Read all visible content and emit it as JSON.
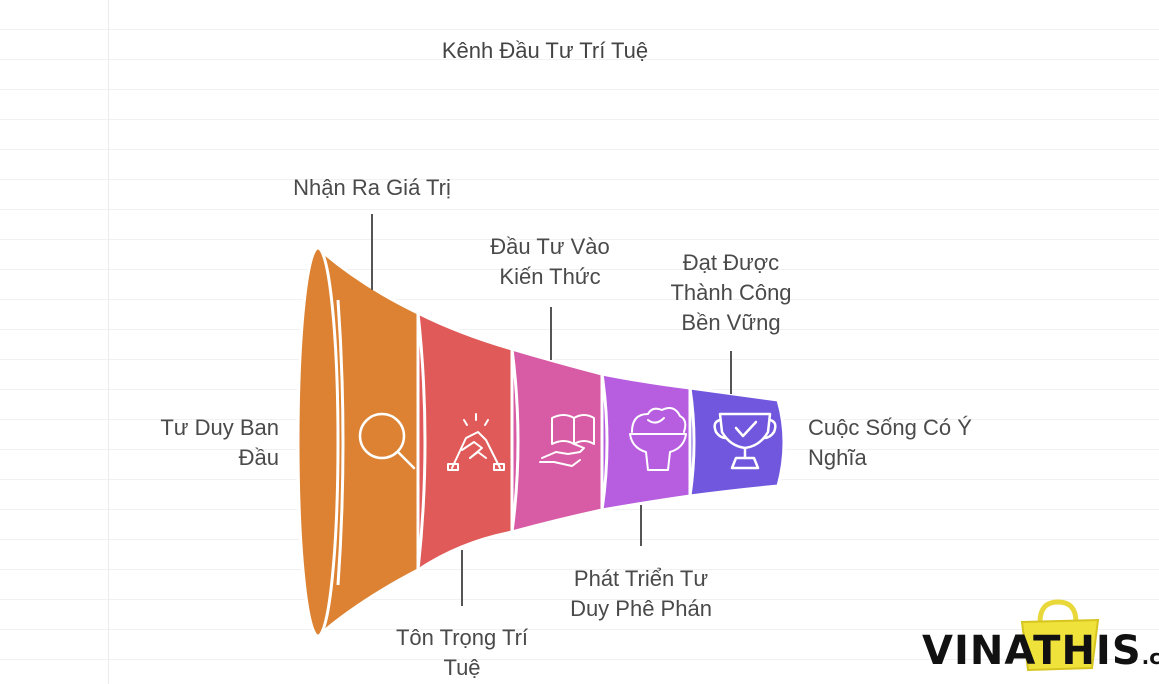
{
  "title": "Kênh Đầu Tư Trí Tuệ",
  "stages": [
    {
      "label": "Nhận Ra Giá Trị",
      "color": "#dc8232",
      "icon": "magnifier-icon"
    },
    {
      "label": "Tôn Trọng Trí Tuệ",
      "color": "#df5a58",
      "icon": "handshake-icon"
    },
    {
      "label": "Đầu Tư Vào Kiến Thức",
      "color": "#d75ba5",
      "icon": "book-hand-icon"
    },
    {
      "label": "Phát Triển Tư Duy Phê Phán",
      "color": "#b75ddf",
      "icon": "brain-bowl-icon"
    },
    {
      "label": "Đạt Được Thành Công Bền Vững",
      "color": "#7156de",
      "icon": "trophy-icon"
    }
  ],
  "input_label": "Tư Duy Ban Đầu",
  "output_label": "Cuộc Sống Có Ý Nghĩa",
  "logo": {
    "main": "VINATHIS",
    "suffix": ".com"
  }
}
